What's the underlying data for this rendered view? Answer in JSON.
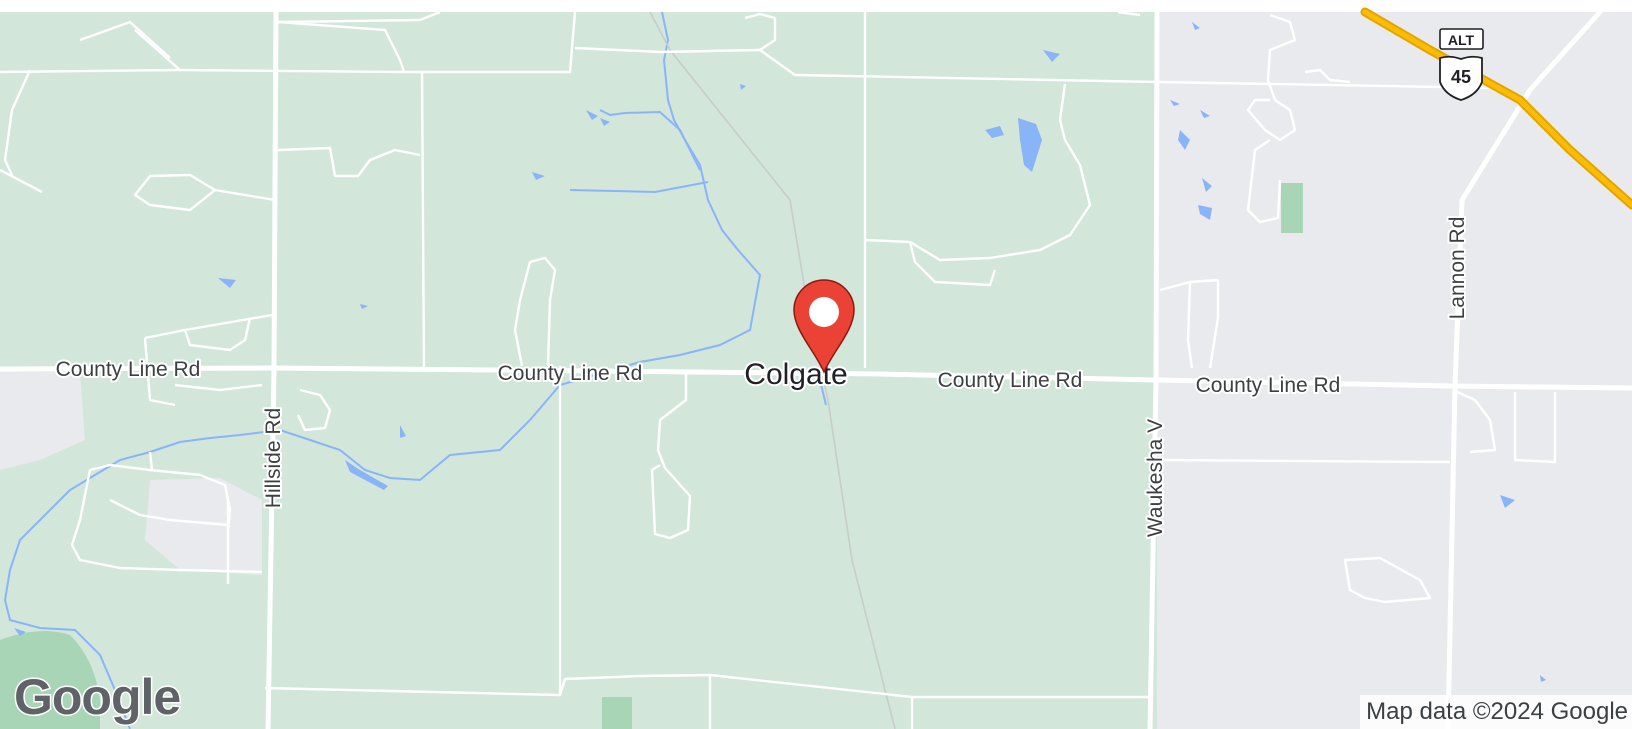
{
  "map": {
    "colors": {
      "rural_land": "#d2e6da",
      "urban_land": "#e8eaed",
      "water": "#8ab4f8",
      "park": "#a8d5b6",
      "road": "#ffffff",
      "highway": "#fbbc04",
      "pin": "#ea4335"
    },
    "place_label": "Colgate",
    "road_labels": {
      "county_line_1": "County Line Rd",
      "county_line_2": "County Line Rd",
      "county_line_3": "County Line Rd",
      "county_line_4": "County Line Rd",
      "hillside": "Hillside Rd",
      "waukesha": "Waukesha V",
      "lannon": "Lannon Rd"
    },
    "highway_shield": {
      "alt_label": "ALT",
      "number": "45"
    },
    "marker": {
      "icon": "location-pin-icon"
    }
  },
  "branding": {
    "logo_text": "Google",
    "attribution": "Map data ©2024 Google"
  }
}
